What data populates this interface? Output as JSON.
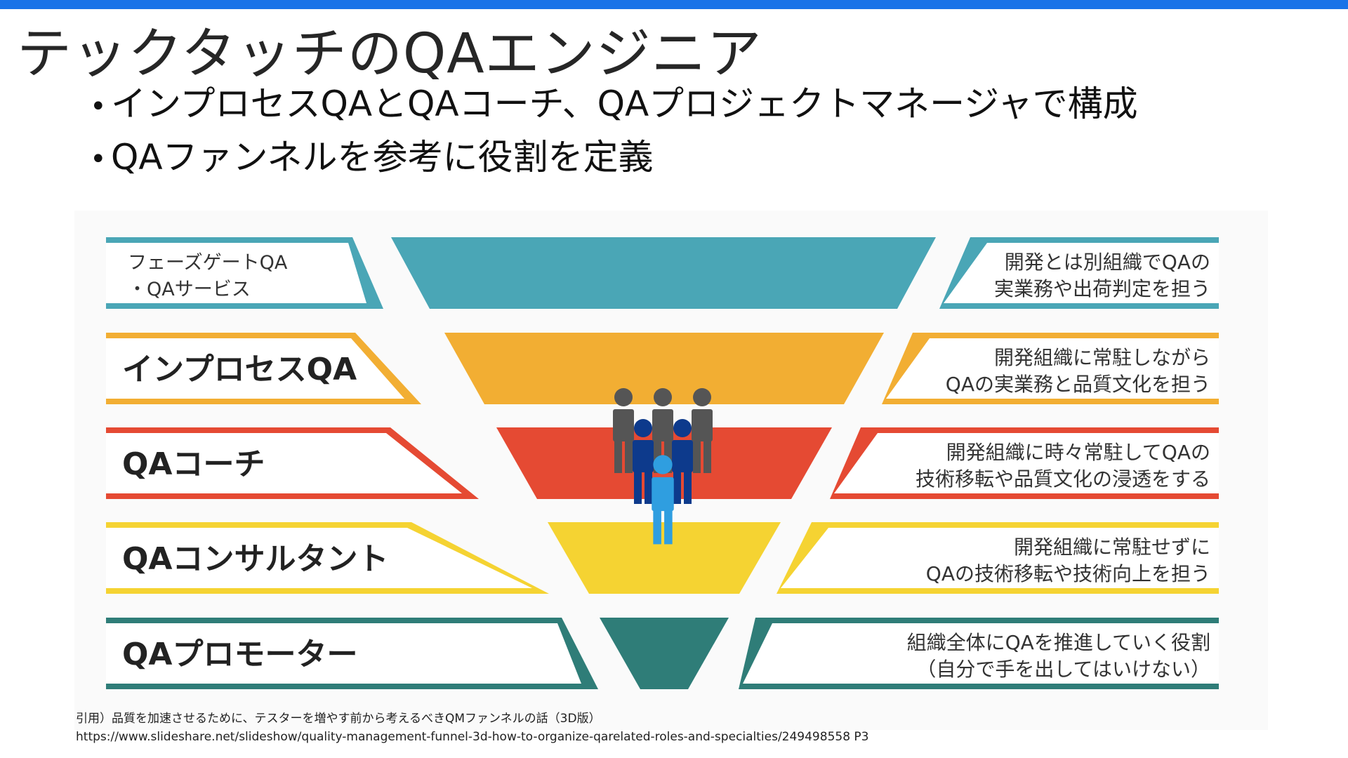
{
  "slide": {
    "title": "テックタッチのQAエンジニア",
    "bullets": [
      "インプロセスQAとQAコーチ、QAプロジェクトマネージャで構成",
      "QAファンネルを参考に役割を定義"
    ],
    "accent_color": "#1a73e8"
  },
  "funnel": {
    "tiers": [
      {
        "role": [
          "フェーズゲートQA",
          "・QAサービス"
        ],
        "description": [
          "開発とは別組織でQAの",
          "実業務や出荷判定を担う"
        ],
        "color": "#4aa6b6"
      },
      {
        "role": [
          "インプロセスQA"
        ],
        "description": [
          "開発組織に常駐しながら",
          "QAの実業務と品質文化を担う"
        ],
        "color": "#f2ae33"
      },
      {
        "role": [
          "QAコーチ"
        ],
        "description": [
          "開発組織に時々常駐してQAの",
          "技術移転や品質文化の浸透をする"
        ],
        "color": "#e54a33"
      },
      {
        "role": [
          "QAコンサルタント"
        ],
        "description": [
          "開発組織に常駐せずに",
          "QAの技術移転や技術向上を担う"
        ],
        "color": "#f5d332"
      },
      {
        "role": [
          "QAプロモーター"
        ],
        "description": [
          "組織全体にQAを推進していく役割",
          "（自分で手を出してはいけない）"
        ],
        "color": "#2f7d78"
      }
    ],
    "people_colors": {
      "back": "#555555",
      "middle": "#0d3a8c",
      "front": "#2f9ee0"
    }
  },
  "citation": {
    "text": "引用）品質を加速させるために、テスターを増やす前から考えるべきQMファンネルの話（3D版）",
    "url": "https://www.slideshare.net/slideshow/quality-management-funnel-3d-how-to-organize-qarelated-roles-and-specialties/249498558 P3"
  }
}
